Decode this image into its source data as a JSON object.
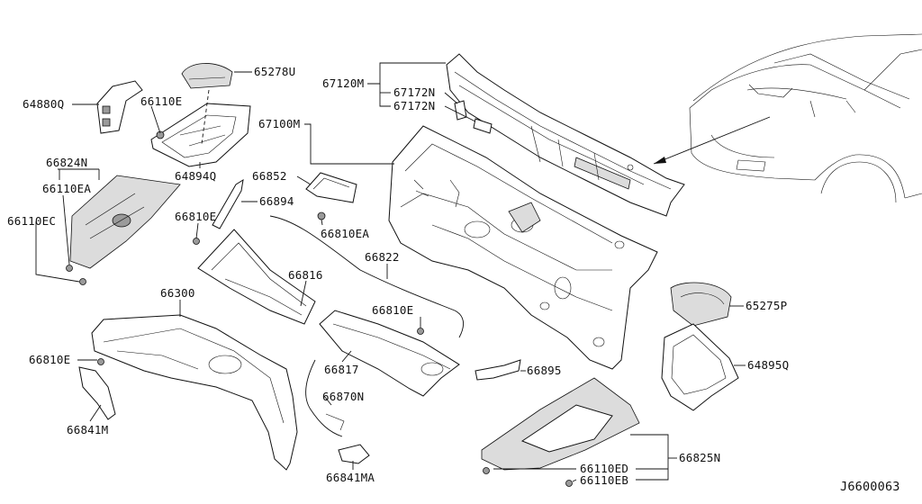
{
  "diagram": {
    "code": "J6600063",
    "labels": [
      {
        "id": "p64880Q",
        "text": "64880Q"
      },
      {
        "id": "p66110E_a",
        "text": "66110E"
      },
      {
        "id": "p65278U",
        "text": "65278U"
      },
      {
        "id": "p67120M",
        "text": "67120M"
      },
      {
        "id": "p67172N_a",
        "text": "67172N"
      },
      {
        "id": "p67172N_b",
        "text": "67172N"
      },
      {
        "id": "p67100M",
        "text": "67100M"
      },
      {
        "id": "p66824N",
        "text": "66824N"
      },
      {
        "id": "p66110EA",
        "text": "66110EA"
      },
      {
        "id": "p66110EC",
        "text": "66110EC"
      },
      {
        "id": "p64894Q",
        "text": "64894Q"
      },
      {
        "id": "p66852",
        "text": "66852"
      },
      {
        "id": "p66894",
        "text": "66894"
      },
      {
        "id": "p66810E_a",
        "text": "66810E"
      },
      {
        "id": "p66810EA",
        "text": "66810EA"
      },
      {
        "id": "p66822",
        "text": "66822"
      },
      {
        "id": "p66816",
        "text": "66816"
      },
      {
        "id": "p66300",
        "text": "66300"
      },
      {
        "id": "p66810E_b",
        "text": "66810E"
      },
      {
        "id": "p66810E_c",
        "text": "66810E"
      },
      {
        "id": "p66817",
        "text": "66817"
      },
      {
        "id": "p66895",
        "text": "66895"
      },
      {
        "id": "p66841M",
        "text": "66841M"
      },
      {
        "id": "p66870N",
        "text": "66870N"
      },
      {
        "id": "p66841MA",
        "text": "66841MA"
      },
      {
        "id": "p65275P",
        "text": "65275P"
      },
      {
        "id": "p64895Q",
        "text": "64895Q"
      },
      {
        "id": "p66825N",
        "text": "66825N"
      },
      {
        "id": "p66110ED",
        "text": "66110ED"
      },
      {
        "id": "p66110EB",
        "text": "66110EB"
      }
    ]
  }
}
